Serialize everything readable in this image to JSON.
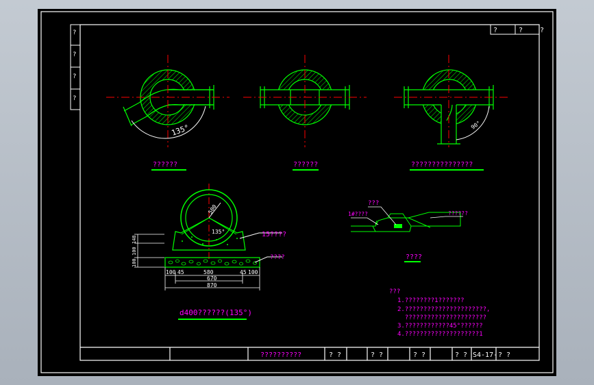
{
  "colors": {
    "background": "#000000",
    "frame": "#ffffff",
    "geometry": "#00ff00",
    "centerline": "#ff0000",
    "annotation": "#ff00ff"
  },
  "title_block_top": {
    "cell_1": "?",
    "cell_2": "?",
    "cell_3": "?"
  },
  "side_strip": [
    "?",
    "?",
    "?",
    "?"
  ],
  "views": {
    "view_1": {
      "title": "??????",
      "angle_label": "135°"
    },
    "view_2": {
      "title": "??????"
    },
    "view_3": {
      "title": "???????????????",
      "angle_label": "90°"
    }
  },
  "section": {
    "diameter_label": "500",
    "angle_label": "135°",
    "callout_1": "15????",
    "callout_2": "????",
    "vertical_dims": [
      "100",
      "100",
      "148"
    ],
    "dim_left": "100",
    "dim_left_2": "45",
    "dim_mid": "580",
    "dim_right_1": "45",
    "dim_right_2": "100",
    "dim_670": "670",
    "dim_870": "870",
    "caption": "d400??????(135°)"
  },
  "detail": {
    "label_top": "???",
    "label_left": "1#????",
    "label_right": "??????",
    "caption": "????"
  },
  "notes": {
    "heading": "???",
    "lines": [
      "1.????????1???????",
      "2.??????????????????????,",
      "  ??????????????????????",
      "3.????????????45°??????",
      "4.????????????????????1"
    ]
  },
  "title_block_bottom": {
    "drawing_name": "??????????",
    "cell_a": "? ?",
    "cell_b": "? ?",
    "cell_c": "? ?",
    "cell_d": "? ?",
    "drawing_no": "S4-17-",
    "cell_e": "? ?"
  }
}
